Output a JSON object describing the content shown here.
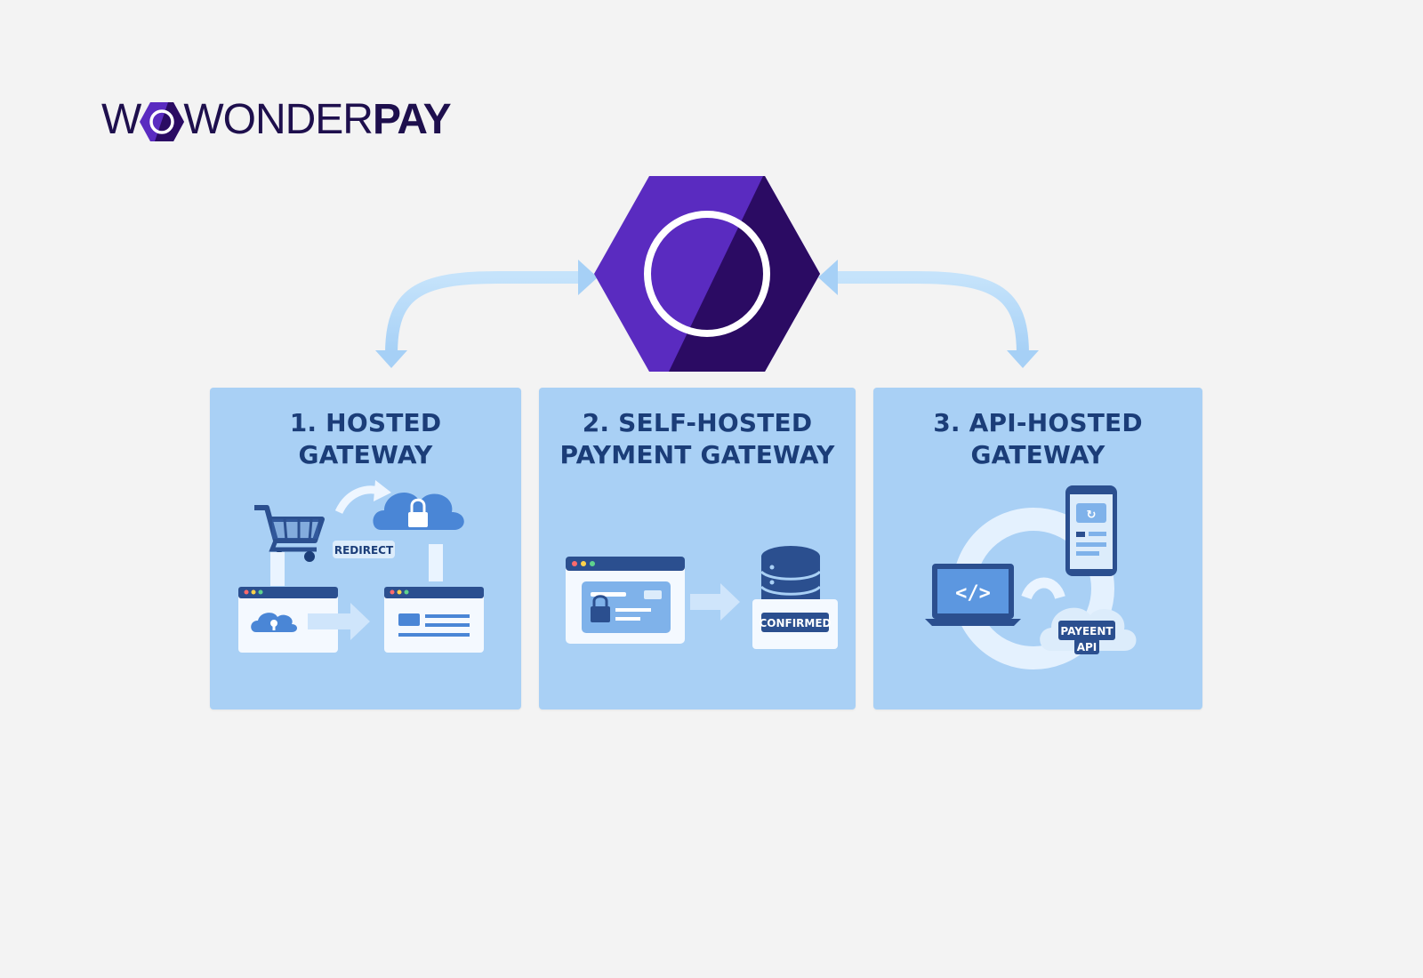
{
  "brand": {
    "name_light": "WONDER",
    "name_bold": "PAY",
    "colors": {
      "dark": "#1e0f4d",
      "purple": "#5a2bc0",
      "deep_purple": "#2b0b63",
      "panel": "#a9d0f5",
      "title": "#1b3d78",
      "arrow": "#b9dcfa"
    }
  },
  "panels": [
    {
      "title_line1": "1. HOSTED",
      "title_line2": "GATEWAY",
      "labels": {
        "redirect": "REDIRECT"
      },
      "icons": [
        "shopping-cart-icon",
        "cloud-lock-icon",
        "browser-window-icon",
        "arrow-right-icon"
      ]
    },
    {
      "title_line1": "2. SELF-HOSTED",
      "title_line2": "PAYMENT GATEWAY",
      "labels": {
        "confirmed": "CONFIRMED"
      },
      "icons": [
        "card-form-window-icon",
        "database-icon",
        "arrow-right-icon"
      ]
    },
    {
      "title_line1": "3. API-HOSTED",
      "title_line2": "GATEWAY",
      "labels": {
        "api_line1": "PAYEENT",
        "api_line2": "API"
      },
      "icons": [
        "laptop-code-icon",
        "smartphone-icon",
        "cloud-api-icon"
      ]
    }
  ]
}
